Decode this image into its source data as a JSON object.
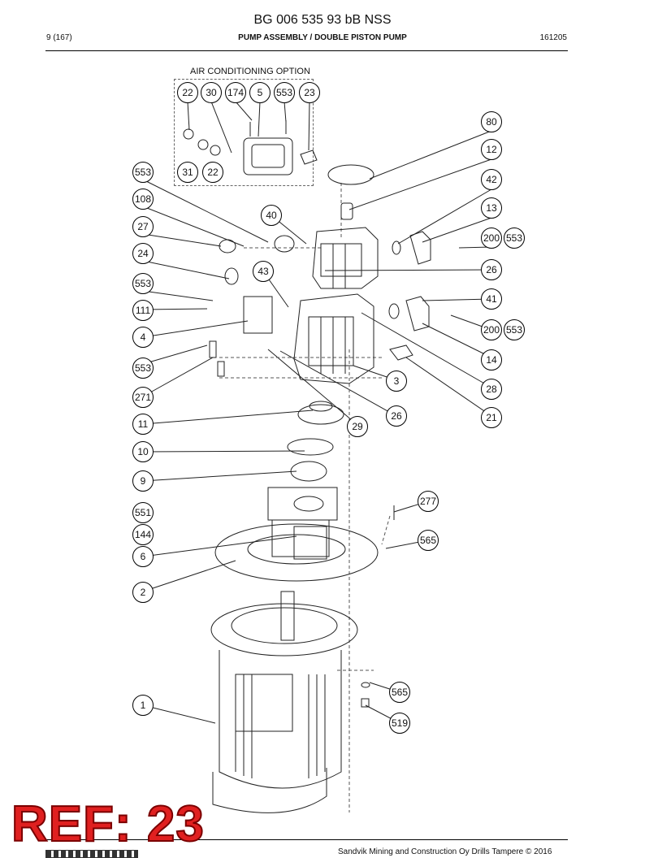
{
  "document": {
    "title": "BG 006 535 93 bB NSS",
    "page": "9 (167)",
    "section": "PUMP ASSEMBLY / DOUBLE PISTON PUMP",
    "code": "161205"
  },
  "option_label": "AIR CONDITIONING OPTION",
  "callouts": [
    "22",
    "30",
    "174",
    "5",
    "553",
    "23",
    "31",
    "22",
    "80",
    "12",
    "42",
    "13",
    "200",
    "553",
    "26",
    "41",
    "200",
    "553",
    "14",
    "28",
    "3",
    "21",
    "26",
    "553",
    "108",
    "27",
    "24",
    "553",
    "111",
    "4",
    "553",
    "271",
    "11",
    "10",
    "9",
    "551",
    "144",
    "6",
    "2",
    "40",
    "43",
    "29",
    "277",
    "565",
    "1",
    "565",
    "519"
  ],
  "footer": "Sandvik Mining and Construction Oy Drills Tampere © 2016",
  "stamp": "REF: 23",
  "colors": {
    "stamp_fill": "#e02020",
    "stamp_outline": "#7a0000",
    "line": "#000000"
  }
}
